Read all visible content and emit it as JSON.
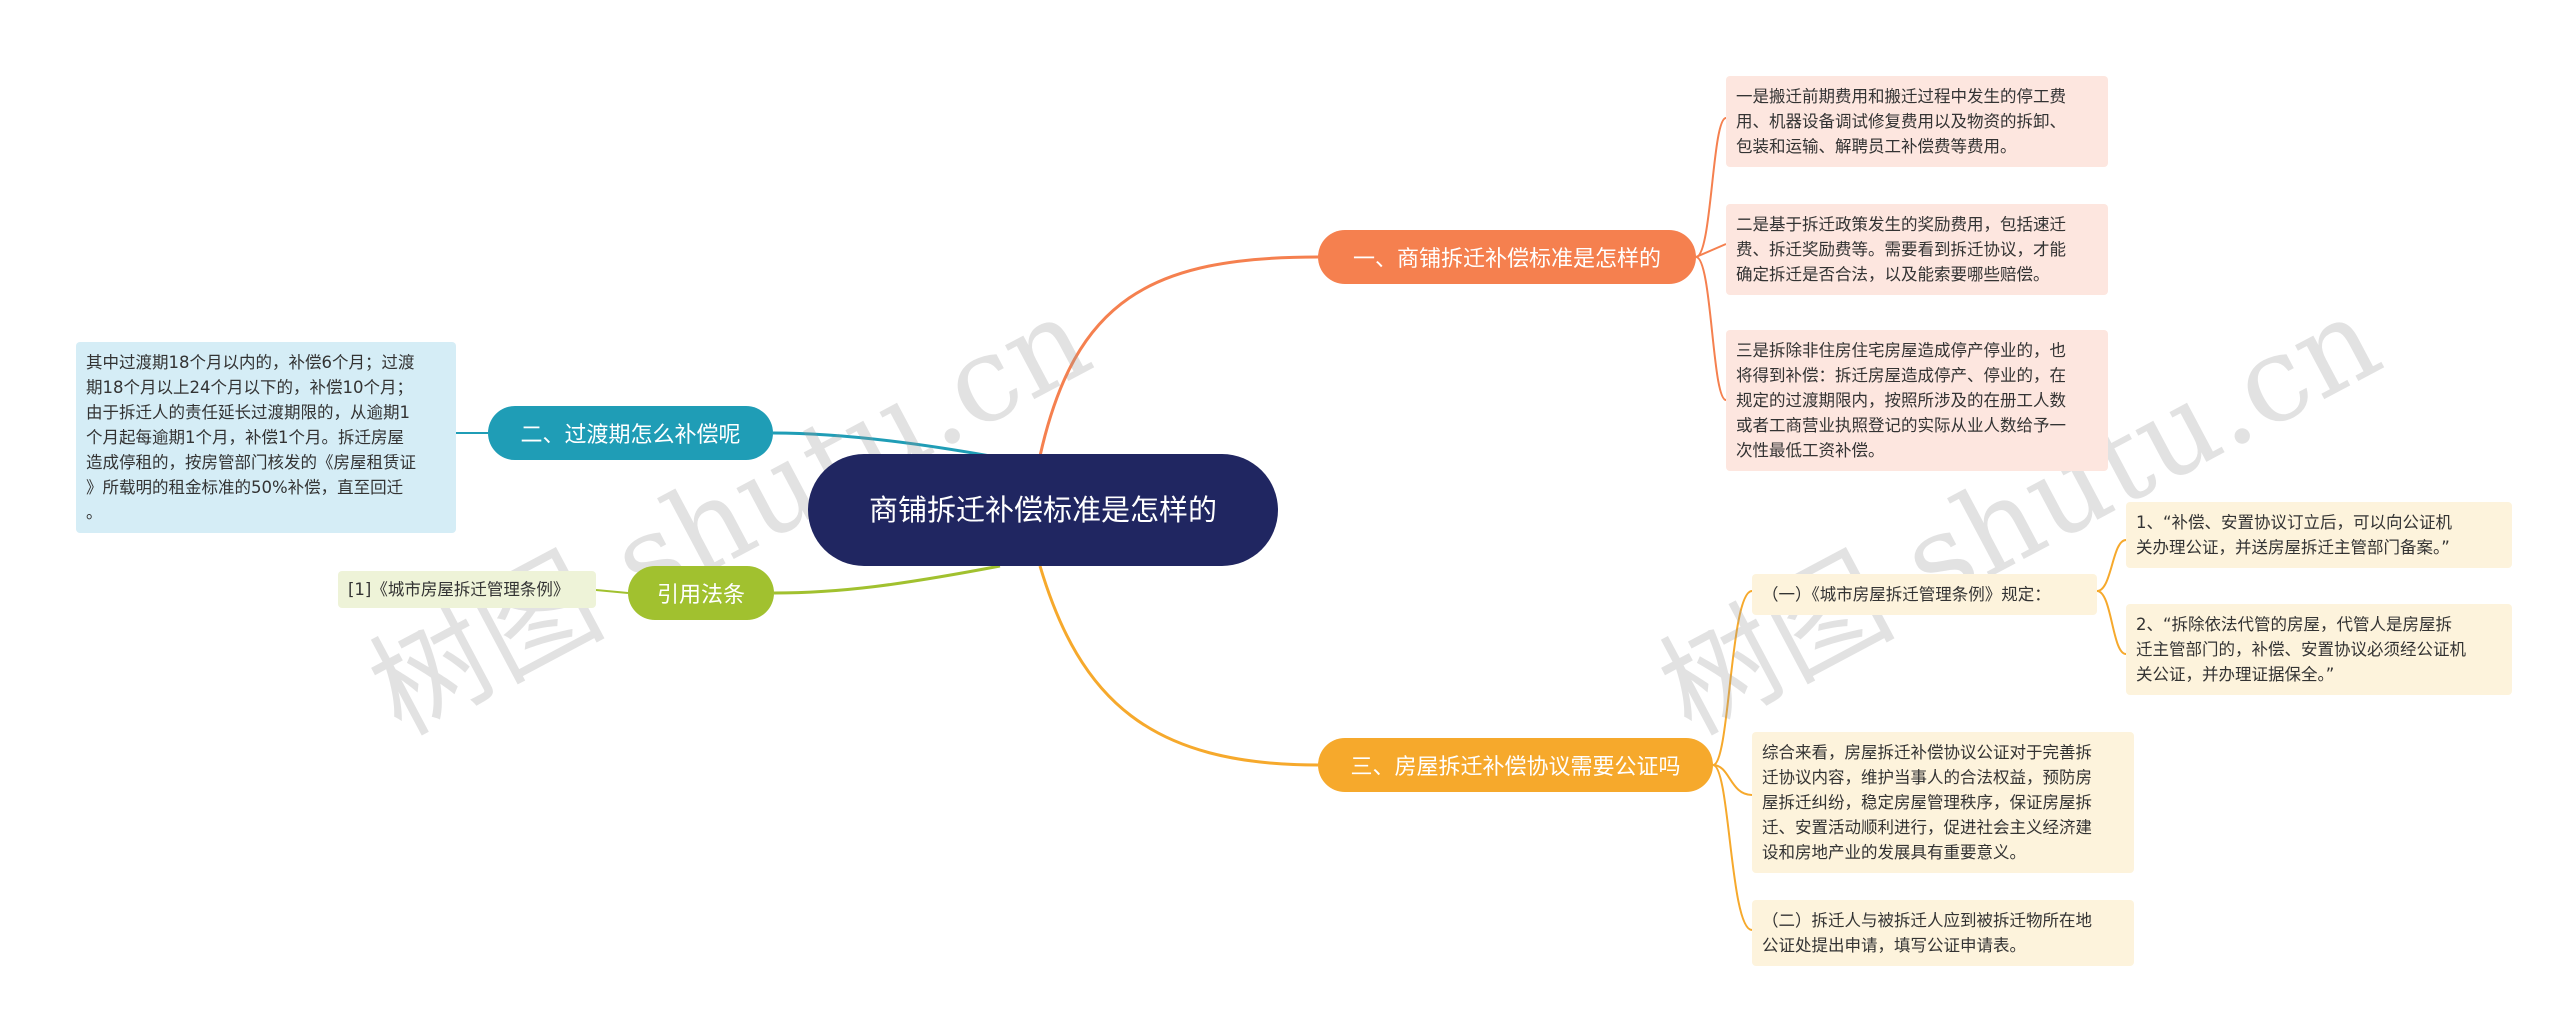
{
  "root": {
    "title": "商铺拆迁补偿标准是怎样的"
  },
  "branches": {
    "b1": {
      "label": "一、商铺拆迁补偿标准是怎样的",
      "color": "#f5804f",
      "children": [
        [
          "一是搬迁前期费用和搬迁过程中发生的停工费",
          "用、机器设备调试修复费用以及物资的拆卸、",
          "包装和运输、解聘员工补偿费等费用。"
        ],
        [
          "二是基于拆迁政策发生的奖励费用，包括速迁",
          "费、拆迁奖励费等。需要看到拆迁协议，才能",
          "确定拆迁是否合法，以及能索要哪些赔偿。"
        ],
        [
          "三是拆除非住房住宅房屋造成停产停业的，也",
          "将得到补偿：拆迁房屋造成停产、停业的，在",
          "规定的过渡期限内，按照所涉及的在册工人数",
          "或者工商营业执照登记的实际从业人数给予一",
          "次性最低工资补偿。"
        ]
      ]
    },
    "b2": {
      "label": "二、过渡期怎么补偿呢",
      "color": "#1f9db6",
      "child": [
        "其中过渡期18个月以内的，补偿6个月；过渡",
        "期18个月以上24个月以下的，补偿10个月；",
        "由于拆迁人的责任延长过渡期限的，从逾期1",
        "个月起每逾期1个月，补偿1个月。拆迁房屋",
        "造成停租的，按房管部门核发的《房屋租赁证",
        "》所载明的租金标准的50%补偿，直至回迁",
        "。"
      ]
    },
    "b3": {
      "label": "引用法条",
      "color": "#a1c12f",
      "child": "[1]《城市房屋拆迁管理条例》"
    },
    "b4": {
      "label": "三、房屋拆迁补偿协议需要公证吗",
      "color": "#f6a92c",
      "sub": {
        "label": "（一）《城市房屋拆迁管理条例》规定：",
        "items": [
          [
            "1、“补偿、安置协议订立后，可以向公证机",
            "关办理公证，并送房屋拆迁主管部门备案。”"
          ],
          [
            "2、“拆除依法代管的房屋，代管人是房屋拆",
            "迁主管部门的，补偿、安置协议必须经公证机",
            "关公证，并办理证据保全。”"
          ]
        ]
      },
      "children": [
        [
          "综合来看，房屋拆迁补偿协议公证对于完善拆",
          "迁协议内容，维护当事人的合法权益，预防房",
          "屋拆迁纠纷，稳定房屋管理秩序，保证房屋拆",
          "迁、安置活动顺利进行，促进社会主义经济建",
          "设和房地产业的发展具有重要意义。"
        ],
        [
          "（二）拆迁人与被拆迁人应到被拆迁物所在地",
          "公证处提出申请，填写公证申请表。"
        ]
      ]
    }
  },
  "watermark": "树图 shutu.cn"
}
